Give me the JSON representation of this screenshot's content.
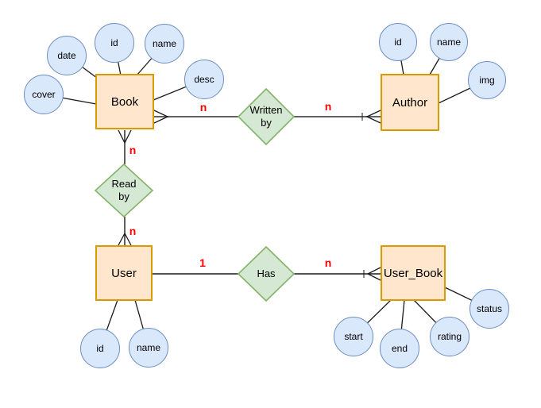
{
  "diagram": {
    "kind": "entity-relationship-diagram",
    "colors": {
      "entity_fill": "#FFE6CC",
      "entity_stroke": "#D79B00",
      "attribute_fill": "#DAE8FC",
      "attribute_stroke": "#6C8EBF",
      "relationship_fill": "#D5E8D4",
      "relationship_stroke": "#82B366",
      "cardinality": "#FF0000",
      "edge_dark": "#1a1a1a",
      "edge_gray": "#616161"
    }
  },
  "entities": [
    {
      "label": "Book",
      "attributes": [
        "date",
        "id",
        "name",
        "desc",
        "cover"
      ]
    },
    {
      "label": "Author",
      "attributes": [
        "id",
        "name",
        "img"
      ]
    },
    {
      "label": "User",
      "attributes": [
        "id",
        "name"
      ]
    },
    {
      "label": "User_Book",
      "attributes": [
        "start",
        "end",
        "rating",
        "status"
      ]
    }
  ],
  "relationships": [
    {
      "line1": "Written",
      "line2": "by",
      "left_cardinality": "n",
      "right_cardinality": "n"
    },
    {
      "line1": "Read",
      "line2": "by",
      "top_cardinality": "n",
      "bottom_cardinality": "n"
    },
    {
      "line1": "Has",
      "line2": "",
      "left_cardinality": "1",
      "right_cardinality": "n"
    }
  ]
}
